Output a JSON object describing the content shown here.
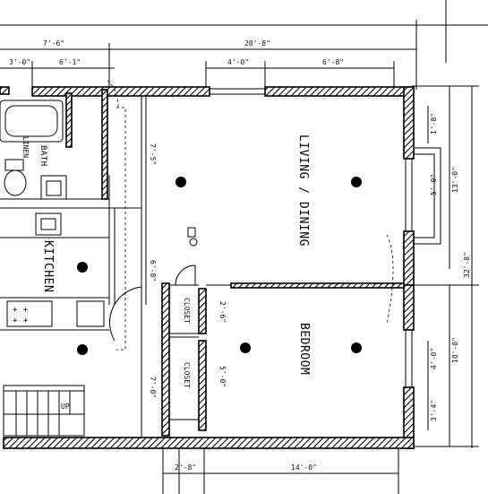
{
  "rooms": {
    "living_dining": "LIVING / DINING",
    "bedroom": "BEDROOM",
    "kitchen": "KITCHEN",
    "bath": "BATH",
    "closet": "CLOSET",
    "closet2": "CLOSET",
    "linen": "LINEN",
    "up": "UP"
  },
  "dimensions": {
    "top_left_overall": "7'-6\"",
    "top_main_overall": "20'-8\"",
    "top_left_a": "3'-0\"",
    "top_left_b": "6'-1\"",
    "top_window_a": "4'-0\"",
    "top_window_b": "6'-8\"",
    "right_overall": "32'-8\"",
    "right_upper": "13'-0\"",
    "right_lower": "10'-0\"",
    "right_a": "1'-8\"",
    "right_b": "5'-0\"",
    "right_c": "4'-0\"",
    "right_d": "3'-4\"",
    "interior_vert_a": "7'-5\"",
    "interior_vert_b": "6'-8\"",
    "interior_vert_c": "7'-0\"",
    "interior_vert_d": "5'-0\"",
    "interior_vert_e": "2'-6\"",
    "bottom_left": "2'-8\"",
    "bottom_main": "14'-0\""
  },
  "icons": {
    "light_fixture": "ceiling-light-icon",
    "thermostat": "thermostat-icon",
    "smoke_detector": "smoke-detector-icon"
  }
}
